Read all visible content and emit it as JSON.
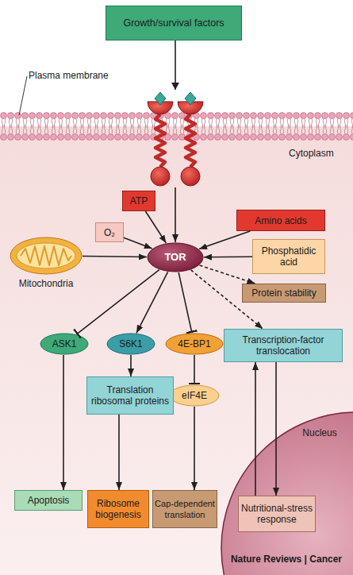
{
  "diagram": {
    "nodes": [
      {
        "text": [
          "Growth/survival factors"
        ]
      },
      {
        "text": [
          "ATP"
        ]
      },
      {
        "text": [
          "O₂"
        ]
      },
      {
        "text": [
          "Amino acids"
        ]
      },
      {
        "text": [
          "Mitochondria"
        ]
      },
      {
        "text": [
          "TOR"
        ]
      },
      {
        "text": [
          "Phosphatidic acid"
        ]
      },
      {
        "text": [
          "Protein stability"
        ]
      },
      {
        "text": [
          "ASK1"
        ]
      },
      {
        "text": [
          "S6K1"
        ]
      },
      {
        "text": [
          "4E-BP1"
        ]
      },
      {
        "text": [
          "Transcription-factor translocation"
        ]
      },
      {
        "text": [
          "eIF4E"
        ]
      },
      {
        "text": [
          "Translation ribosomal proteins"
        ]
      },
      {
        "text": [
          "Nucleus"
        ]
      },
      {
        "text": [
          "Nutritional-stress response"
        ],
        "in": 14
      },
      {
        "text": [
          "Apoptosis"
        ]
      },
      {
        "text": [
          "Ribosome biogenesis"
        ]
      },
      {
        "text": [
          "Cap-dependent translation"
        ]
      }
    ],
    "edges": [
      {
        "from": 0,
        "to": 5,
        "arrow": "to"
      },
      {
        "from": 1,
        "to": 5,
        "arrow": "to"
      },
      {
        "from": 2,
        "to": 5,
        "arrow": "to"
      },
      {
        "from": 4,
        "to": 5,
        "arrow": "to"
      },
      {
        "from": 3,
        "to": 5,
        "arrow": "to"
      },
      {
        "from": 6,
        "to": 5,
        "arrow": "to"
      },
      {
        "from": 5,
        "to": 7,
        "arrow": "to"
      },
      {
        "from": 5,
        "to": 8,
        "arrow": "to"
      },
      {
        "from": 5,
        "to": 9,
        "arrow": "to"
      },
      {
        "from": 5,
        "to": 10,
        "arrow": "to"
      },
      {
        "from": 5,
        "to": 11,
        "arrow": "to"
      },
      {
        "from": 8,
        "to": 16,
        "arrow": "to"
      },
      {
        "from": 9,
        "to": 13,
        "arrow": "to"
      },
      {
        "from": 13,
        "to": 17,
        "arrow": "to"
      },
      {
        "from": 10,
        "to": 12,
        "arrow": "to"
      },
      {
        "from": 12,
        "to": 18,
        "arrow": "to"
      },
      {
        "from": 11,
        "to": 15,
        "arrow": "to"
      },
      {
        "from": 15,
        "to": 11,
        "arrow": "to"
      }
    ],
    "labels": [
      "Plasma membrane",
      "Cytoplasm",
      "Nature Reviews | Cancer"
    ]
  }
}
